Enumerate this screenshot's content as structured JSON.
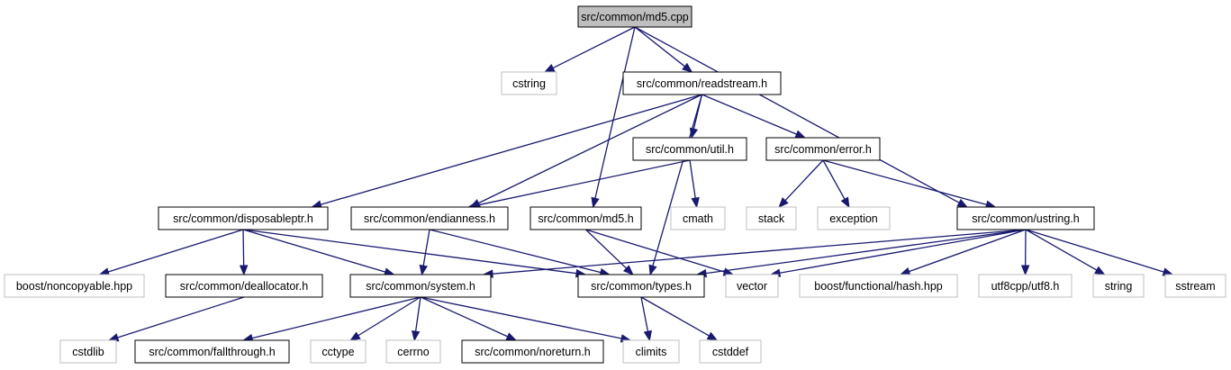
{
  "nodes": [
    {
      "id": "md5cpp",
      "label": "src/common/md5.cpp",
      "kind": "root"
    },
    {
      "id": "cstring",
      "label": "cstring",
      "kind": "external"
    },
    {
      "id": "readstream",
      "label": "src/common/readstream.h",
      "kind": "file"
    },
    {
      "id": "util",
      "label": "src/common/util.h",
      "kind": "file"
    },
    {
      "id": "error",
      "label": "src/common/error.h",
      "kind": "file"
    },
    {
      "id": "disposable",
      "label": "src/common/disposableptr.h",
      "kind": "file"
    },
    {
      "id": "endianness",
      "label": "src/common/endianness.h",
      "kind": "file"
    },
    {
      "id": "md5h",
      "label": "src/common/md5.h",
      "kind": "file"
    },
    {
      "id": "cmath",
      "label": "cmath",
      "kind": "external"
    },
    {
      "id": "stack",
      "label": "stack",
      "kind": "external"
    },
    {
      "id": "exception",
      "label": "exception",
      "kind": "external"
    },
    {
      "id": "ustring",
      "label": "src/common/ustring.h",
      "kind": "file"
    },
    {
      "id": "noncopyable",
      "label": "boost/noncopyable.hpp",
      "kind": "external"
    },
    {
      "id": "deallocator",
      "label": "src/common/deallocator.h",
      "kind": "file"
    },
    {
      "id": "system",
      "label": "src/common/system.h",
      "kind": "file"
    },
    {
      "id": "types",
      "label": "src/common/types.h",
      "kind": "file"
    },
    {
      "id": "vector",
      "label": "vector",
      "kind": "external"
    },
    {
      "id": "hash",
      "label": "boost/functional/hash.hpp",
      "kind": "external"
    },
    {
      "id": "utf8",
      "label": "utf8cpp/utf8.h",
      "kind": "external"
    },
    {
      "id": "string",
      "label": "string",
      "kind": "external"
    },
    {
      "id": "sstream",
      "label": "sstream",
      "kind": "external"
    },
    {
      "id": "cstdlib",
      "label": "cstdlib",
      "kind": "external"
    },
    {
      "id": "fallthrough",
      "label": "src/common/fallthrough.h",
      "kind": "file"
    },
    {
      "id": "cctype",
      "label": "cctype",
      "kind": "external"
    },
    {
      "id": "cerrno",
      "label": "cerrno",
      "kind": "external"
    },
    {
      "id": "noreturn",
      "label": "src/common/noreturn.h",
      "kind": "file"
    },
    {
      "id": "climits",
      "label": "climits",
      "kind": "external"
    },
    {
      "id": "cstddef",
      "label": "cstddef",
      "kind": "external"
    }
  ],
  "edges": [
    [
      "md5cpp",
      "cstring"
    ],
    [
      "md5cpp",
      "readstream"
    ],
    [
      "md5cpp",
      "md5h"
    ],
    [
      "md5cpp",
      "ustring"
    ],
    [
      "readstream",
      "disposable"
    ],
    [
      "readstream",
      "endianness"
    ],
    [
      "readstream",
      "util"
    ],
    [
      "readstream",
      "error"
    ],
    [
      "readstream",
      "types"
    ],
    [
      "util",
      "endianness"
    ],
    [
      "util",
      "cmath"
    ],
    [
      "error",
      "stack"
    ],
    [
      "error",
      "exception"
    ],
    [
      "error",
      "ustring"
    ],
    [
      "disposable",
      "noncopyable"
    ],
    [
      "disposable",
      "deallocator"
    ],
    [
      "disposable",
      "system"
    ],
    [
      "disposable",
      "types"
    ],
    [
      "endianness",
      "system"
    ],
    [
      "endianness",
      "types"
    ],
    [
      "md5h",
      "types"
    ],
    [
      "md5h",
      "vector"
    ],
    [
      "ustring",
      "system"
    ],
    [
      "ustring",
      "types"
    ],
    [
      "ustring",
      "vector"
    ],
    [
      "ustring",
      "hash"
    ],
    [
      "ustring",
      "utf8"
    ],
    [
      "ustring",
      "string"
    ],
    [
      "ustring",
      "sstream"
    ],
    [
      "deallocator",
      "cstdlib"
    ],
    [
      "system",
      "fallthrough"
    ],
    [
      "system",
      "cctype"
    ],
    [
      "system",
      "cerrno"
    ],
    [
      "system",
      "noreturn"
    ],
    [
      "system",
      "climits"
    ],
    [
      "types",
      "climits"
    ],
    [
      "types",
      "cstddef"
    ]
  ],
  "colors": {
    "edge": "#191970",
    "root_fill": "#bfbfbf",
    "file_border": "#000000",
    "external_border": "#bfbfbf"
  }
}
